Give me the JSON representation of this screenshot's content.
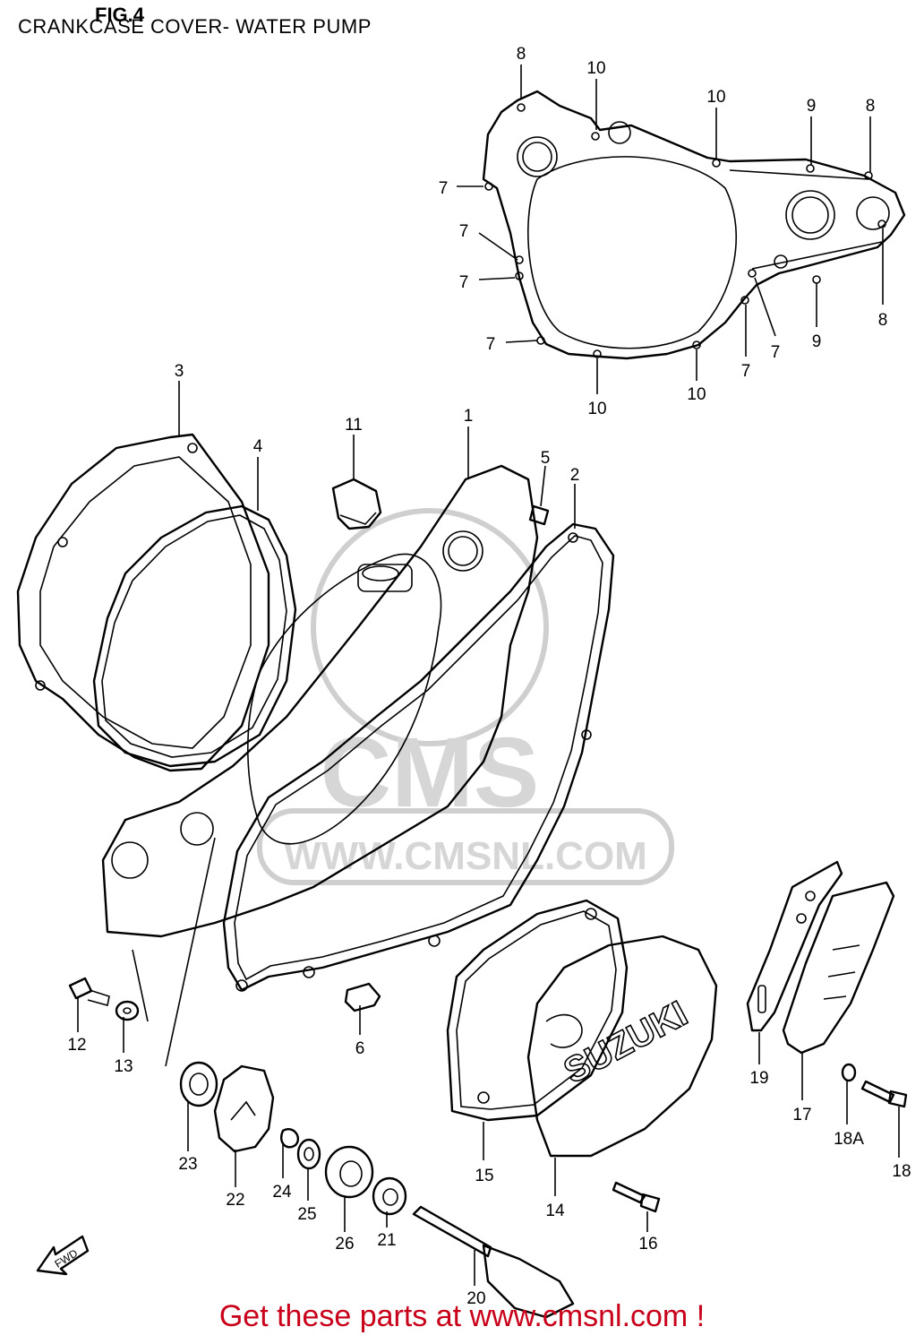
{
  "header": {
    "fig_label": "FIG.4",
    "title": "CRANKCASE COVER- WATER PUMP"
  },
  "watermark": {
    "logo_text": "CMS",
    "url_text": "WWW.CMSNL.COM"
  },
  "cover_logo": "SUZUKI",
  "fwd_label": "FWD",
  "callouts": [
    "1",
    "2",
    "3",
    "4",
    "5",
    "6",
    "7",
    "8",
    "9",
    "10",
    "11",
    "12",
    "13",
    "14",
    "15",
    "16",
    "17",
    "18",
    "18A",
    "19",
    "20",
    "21",
    "22",
    "23",
    "24",
    "25",
    "26"
  ],
  "footer": {
    "text": "Get these parts at www.cmsnl.com !",
    "color": "#c8001a"
  }
}
